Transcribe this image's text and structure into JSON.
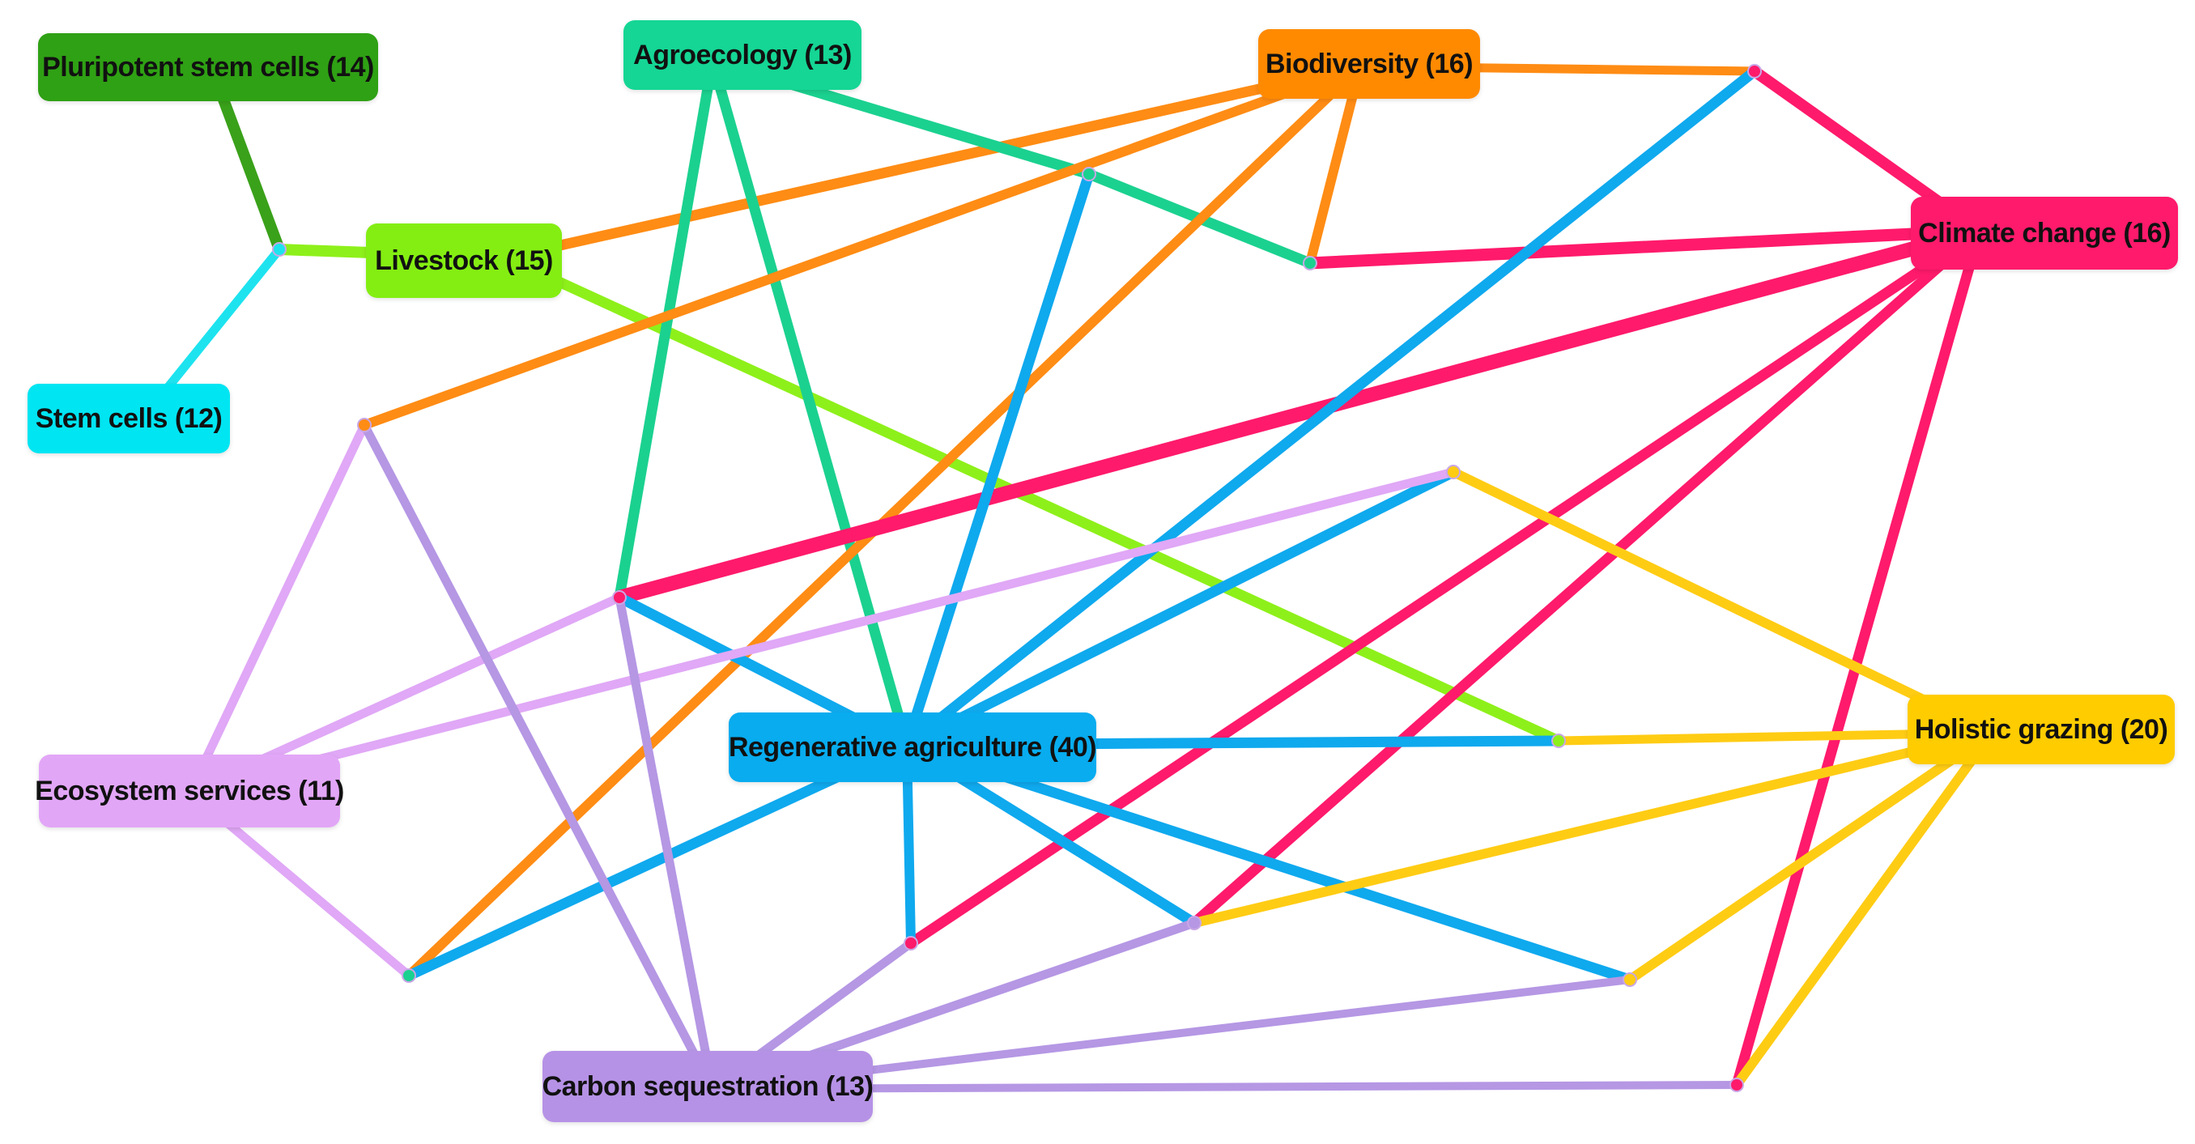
{
  "nodes": [
    {
      "id": "pluripotent",
      "label": "Pluripotent stem cells (14)",
      "color": "#2fa114"
    },
    {
      "id": "stemcells",
      "label": "Stem cells (12)",
      "color": "#00e5f2"
    },
    {
      "id": "livestock",
      "label": "Livestock (15)",
      "color": "#84ee12"
    },
    {
      "id": "agroecology",
      "label": "Agroecology (13)",
      "color": "#15d694"
    },
    {
      "id": "biodiversity",
      "label": "Biodiversity (16)",
      "color": "#ff8a00"
    },
    {
      "id": "climate",
      "label": "Climate change (16)",
      "color": "#ff1a6b"
    },
    {
      "id": "regenerative",
      "label": "Regenerative agriculture (40)",
      "color": "#08acef"
    },
    {
      "id": "holistic",
      "label": "Holistic grazing (20)",
      "color": "#ffcc00"
    },
    {
      "id": "ecosystem",
      "label": "Ecosystem services (11)",
      "color": "#e2a6f7"
    },
    {
      "id": "carbon",
      "label": "Carbon sequestration (13)",
      "color": "#b692e6"
    }
  ],
  "colors": {
    "darkgreen": "#3aa11a",
    "cyan": "#1de3ef",
    "lime": "#8ef01a",
    "teal": "#1bd190",
    "orange": "#ff8c14",
    "pink": "#ff1a6b",
    "blue": "#0fa9ee",
    "yellow": "#ffcc14",
    "lilac": "#e0a8f6",
    "purple": "#b597e4"
  }
}
